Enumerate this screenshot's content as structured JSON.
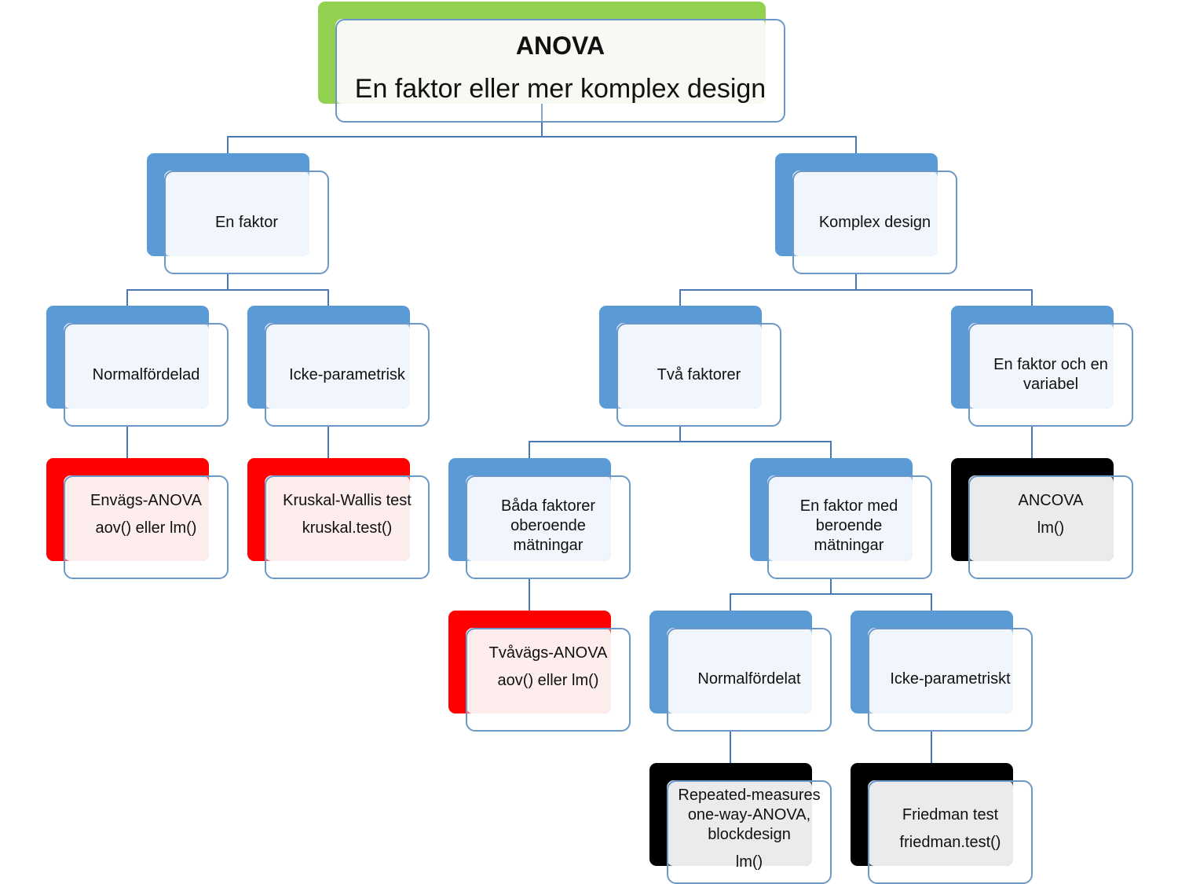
{
  "root": {
    "title": "ANOVA",
    "subtitle": "En faktor eller mer komplex design"
  },
  "level1": {
    "one_factor": "En faktor",
    "complex_design": "Komplex design"
  },
  "one_factor_branch": {
    "normal": "Normalfördelad",
    "nonparametric": "Icke-parametrisk",
    "oneway_anova": {
      "name": "Envägs-ANOVA",
      "function": "aov() eller lm()"
    },
    "kruskal": {
      "name": "Kruskal-Wallis test",
      "function": "kruskal.test()"
    }
  },
  "complex_branch": {
    "two_factors": "Två faktorer",
    "factor_and_variable": "En faktor och en variabel",
    "ancova": {
      "name": "ANCOVA",
      "function": "lm()"
    },
    "independent": "Båda faktorer oberoende mätningar",
    "twoway_anova": {
      "name": "Tvåvägs-ANOVA",
      "function": "aov() eller lm()"
    },
    "dependent": "En faktor med beroende mätningar",
    "normal_dep": "Normalfördelat",
    "nonparametric_dep": "Icke-parametriskt",
    "repeated": {
      "name": "Repeated-measures one-way-ANOVA, blockdesign",
      "function": "lm()"
    },
    "friedman": {
      "name": "Friedman test",
      "function": "friedman.test()"
    }
  },
  "colors": {
    "connector": "#4a7ab5",
    "category": "#5b9bd5",
    "root_accent": "#92d050",
    "parametric_test": "#ff0000",
    "model_test": "#000000"
  }
}
